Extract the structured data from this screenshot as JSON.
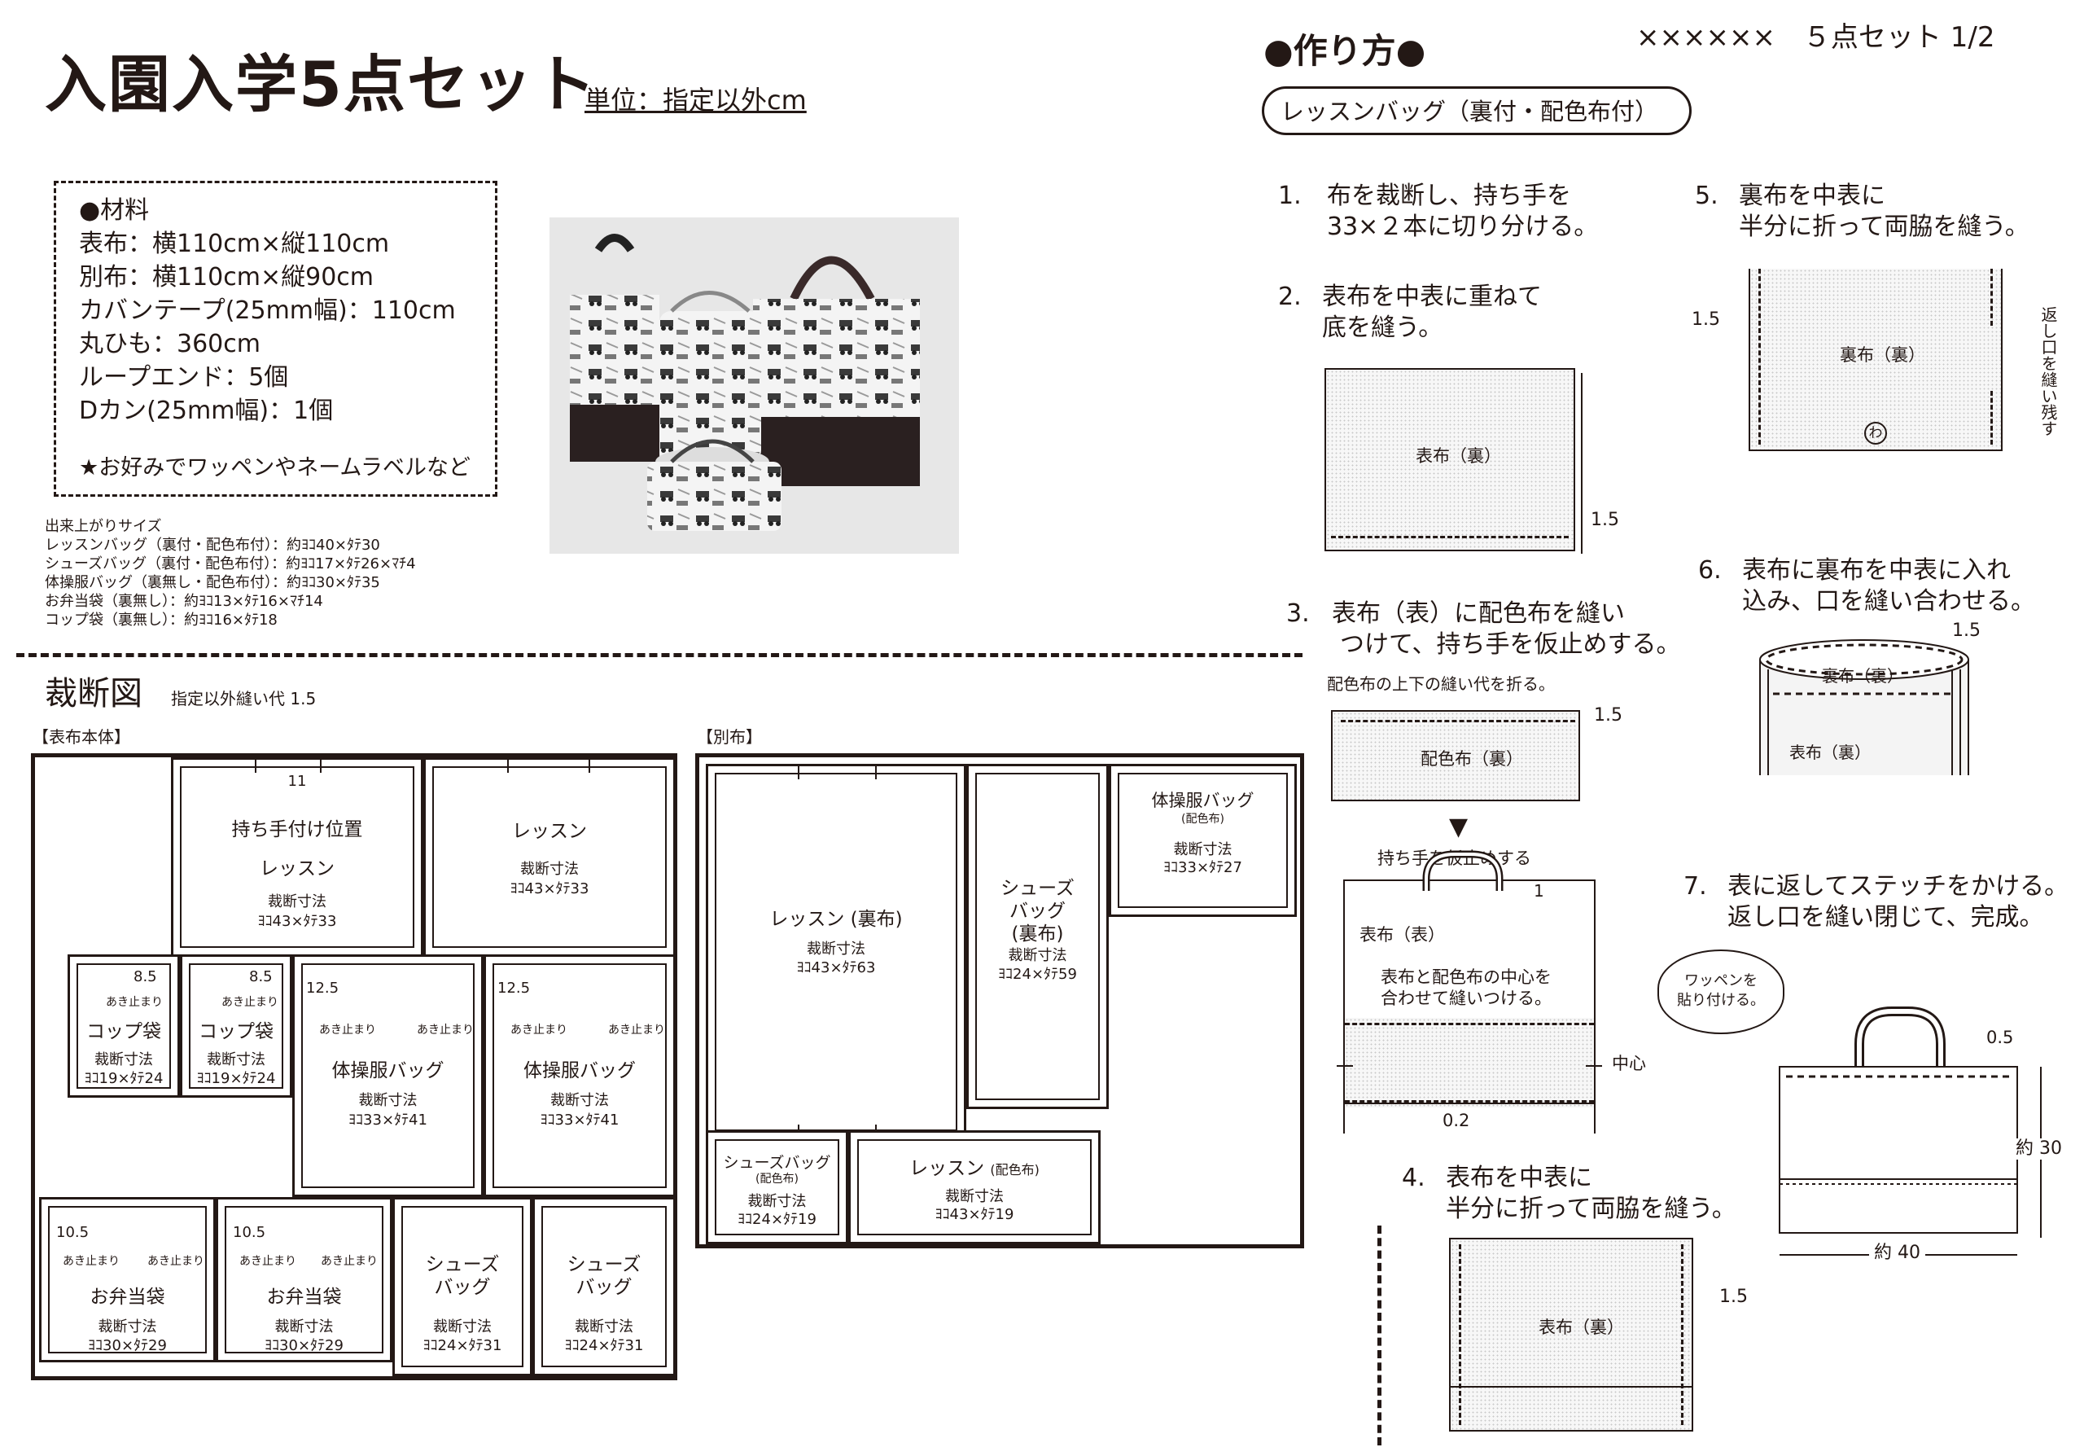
{
  "header": {
    "title": "入園入学5点セット",
    "unit_note": "単位：指定以外cm",
    "code": "××××××　５点セット 1/2"
  },
  "materials": {
    "heading": "●材料",
    "items": [
      "表布：横110cm×縦110cm",
      "別布：横110cm×縦90cm",
      "カバンテープ(25mm幅)：110cm",
      "丸ひも：360cm",
      "ループエンド：5個",
      "Dカン(25mm幅)：1個"
    ],
    "note": "★お好みでワッペンやネームラベルなど"
  },
  "finished": {
    "heading": "出来上がりサイズ",
    "items": [
      "レッスンバッグ（裏付・配色布付）：約ﾖｺ40×ﾀﾃ30",
      "シューズバッグ（裏付・配色布付）：約ﾖｺ17×ﾀﾃ26×ﾏﾁ4",
      "体操服バッグ（裏無し・配色布付）：約ﾖｺ30×ﾀﾃ35",
      "お弁当袋（裏無し）：約ﾖｺ13×ﾀﾃ16×ﾏﾁ14",
      "コップ袋（裏無し）：約ﾖｺ16×ﾀﾃ18"
    ]
  },
  "cutting": {
    "title": "裁断図",
    "seam_note": "指定以外縫い代 1.5",
    "outer_label": "【表布本体】",
    "contrast_label": "【別布】",
    "cut_label": "裁断寸法",
    "stop_label": "あき止まり",
    "outer_pieces": {
      "lesson1": {
        "handle_mark": "11",
        "handle_label": "持ち手付け位置",
        "name": "レッスン",
        "dim": "ﾖｺ43×ﾀﾃ33"
      },
      "lesson2": {
        "name": "レッスン",
        "dim": "ﾖｺ43×ﾀﾃ33"
      },
      "cup1": {
        "margin": "8.5",
        "name": "コップ袋",
        "dim": "ﾖｺ19×ﾀﾃ24"
      },
      "cup2": {
        "margin": "8.5",
        "name": "コップ袋",
        "dim": "ﾖｺ19×ﾀﾃ24"
      },
      "gym1": {
        "margin": "12.5",
        "name": "体操服バッグ",
        "dim": "ﾖｺ33×ﾀﾃ41"
      },
      "gym2": {
        "margin": "12.5",
        "name": "体操服バッグ",
        "dim": "ﾖｺ33×ﾀﾃ41"
      },
      "bento1": {
        "margin": "10.5",
        "name": "お弁当袋",
        "dim": "ﾖｺ30×ﾀﾃ29"
      },
      "bento2": {
        "margin": "10.5",
        "name": "お弁当袋",
        "dim": "ﾖｺ30×ﾀﾃ29"
      },
      "shoe1": {
        "name_1": "シューズ",
        "name_2": "バッグ",
        "dim": "ﾖｺ24×ﾀﾃ31"
      },
      "shoe2": {
        "name_1": "シューズ",
        "name_2": "バッグ",
        "dim": "ﾖｺ24×ﾀﾃ31"
      }
    },
    "contrast_pieces": {
      "lesson_lining": {
        "name": "レッスン (裏布)",
        "dim": "ﾖｺ43×ﾀﾃ63"
      },
      "shoe_lining": {
        "name_1": "シューズ",
        "name_2": "バッグ",
        "name_3": "(裏布)",
        "dim": "ﾖｺ24×ﾀﾃ59"
      },
      "gym_contrast": {
        "name": "体操服バッグ",
        "sub": "(配色布)",
        "dim": "ﾖｺ33×ﾀﾃ27"
      },
      "shoe_contrast": {
        "name": "シューズバッグ",
        "sub": "(配色布)",
        "dim": "ﾖｺ24×ﾀﾃ19"
      },
      "lesson_contrast": {
        "name": "レッスン",
        "sub": "(配色布)",
        "dim": "ﾖｺ43×ﾀﾃ19"
      }
    }
  },
  "howto": {
    "title": "●作り方●",
    "subtitle": "レッスンバッグ（裏付・配色布付）",
    "steps": [
      {
        "num": "1.",
        "line1": "布を裁断し、持ち手を",
        "line2": "33×２本に切り分ける。"
      },
      {
        "num": "2.",
        "line1": "表布を中表に重ねて",
        "line2": "底を縫う。"
      },
      {
        "num": "3.",
        "line1": "表布（表）に配色布を縫い",
        "line2": "つけて、持ち手を仮止めする。"
      },
      {
        "num": "4.",
        "line1": "表布を中表に",
        "line2": "半分に折って両脇を縫う。"
      },
      {
        "num": "5.",
        "line1": "裏布を中表に",
        "line2": "半分に折って両脇を縫う。"
      },
      {
        "num": "6.",
        "line1": "表布に裏布を中表に入れ",
        "line2": "込み、口を縫い合わせる。"
      },
      {
        "num": "7.",
        "line1": "表に返してステッチをかける。",
        "line2": "返し口を縫い閉じて、完成。"
      }
    ],
    "labels": {
      "outer_wrong": "表布（裏）",
      "outer_right": "表布（表）",
      "lining_wrong": "裏布（裏）",
      "contrast_wrong": "配色布（裏）",
      "seam_15": "1.5",
      "seam_1": "1",
      "seam_02": "0.2",
      "seam_05": "0.5",
      "contrast_fold": "配色布の上下の縫い代を折る。",
      "handle_baste": "持ち手を仮止めする",
      "center_note_1": "表布と配色布の中心を",
      "center_note_2": "合わせて縫いつける。",
      "center": "中心",
      "return_opening": "返し口を縫い残す",
      "wa": "わ",
      "patch_1": "ワッペンを",
      "patch_2": "貼り付ける。",
      "height": "約 30",
      "width": "約 40"
    }
  }
}
